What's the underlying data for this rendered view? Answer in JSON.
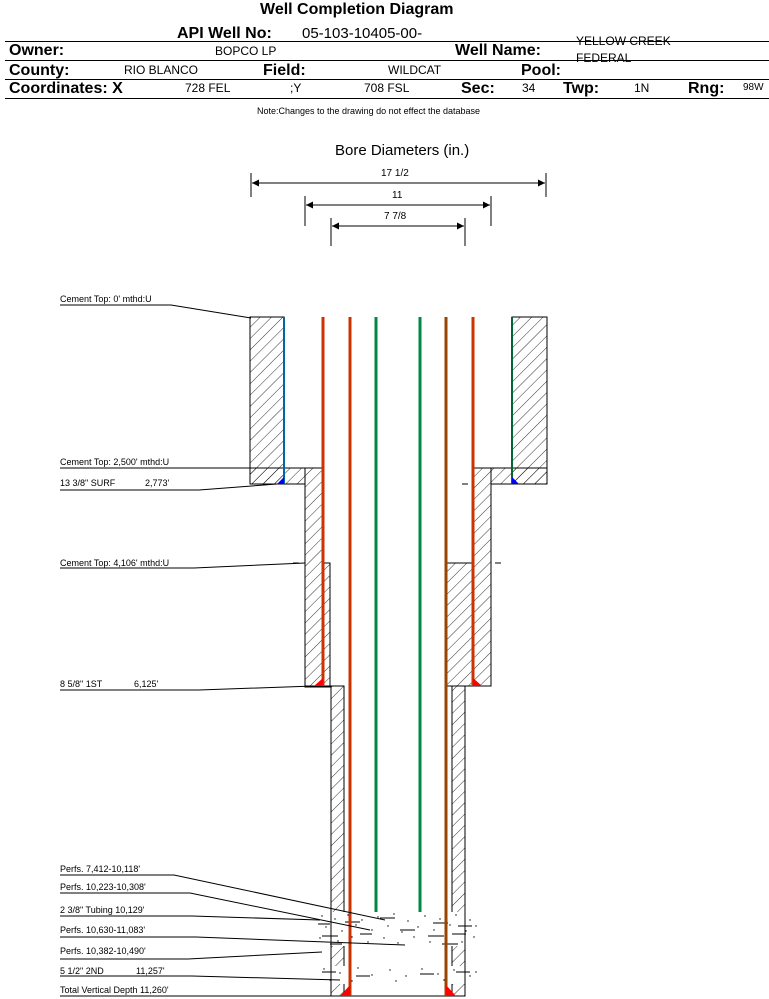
{
  "header": {
    "title": "Well Completion Diagram",
    "api_label": "API Well No:",
    "api_value": "05-103-10405-00-",
    "owner_label": "Owner:",
    "owner_value": "BOPCO LP",
    "wellname_label": "Well Name:",
    "wellname_line1": "YELLOW CREEK",
    "wellname_line2": "FEDERAL",
    "county_label": "County:",
    "county_value": "RIO BLANCO",
    "field_label": "Field:",
    "field_value": "WILDCAT",
    "pool_label": "Pool:",
    "pool_value": "",
    "coord_label": "Coordinates: X",
    "coord_x": "728 FEL",
    "coord_y_label": ";Y",
    "coord_y": "708 FSL",
    "sec_label": "Sec:",
    "sec_value": "34",
    "twp_label": "Twp:",
    "twp_value": "1N",
    "rng_label": "Rng:",
    "rng_value": "98W"
  },
  "note": "Note:Changes to the drawing do not effect the database",
  "bore": {
    "title": "Bore Diameters (in.)",
    "diameters": [
      "17 1/2",
      "11",
      "7 7/8"
    ]
  },
  "annotations": {
    "cement_top_0": "Cement Top: 0' mthd:U",
    "cement_top_2500": "Cement Top: 2,500' mthd:U",
    "surf_casing": "13 3/8\" SURF",
    "surf_depth": "2,773'",
    "cement_top_4106": "Cement Top: 4,106' mthd:U",
    "first_casing": "8 5/8\" 1ST",
    "first_depth": "6,125'",
    "perfs_1": "Perfs. 7,412-10,118'",
    "perfs_2": "Perfs. 10,223-10,308'",
    "tubing": "2 3/8\" Tubing 10,129'",
    "perfs_3": "Perfs. 10,630-11,083'",
    "perfs_4": "Perfs. 10,382-10,490'",
    "second_casing": "5 1/2\" 2ND",
    "second_depth": "11,257'",
    "tvd": "Total Vertical Depth 11,260'"
  },
  "colors": {
    "casing_red": "#cc3300",
    "tubing_green": "#008844",
    "casing_brown": "#994400",
    "shoe_red": "#ff0000",
    "shoe_blue": "#0000ff",
    "surf_line_blue": "#0066aa",
    "surf_line_green": "#006633"
  }
}
